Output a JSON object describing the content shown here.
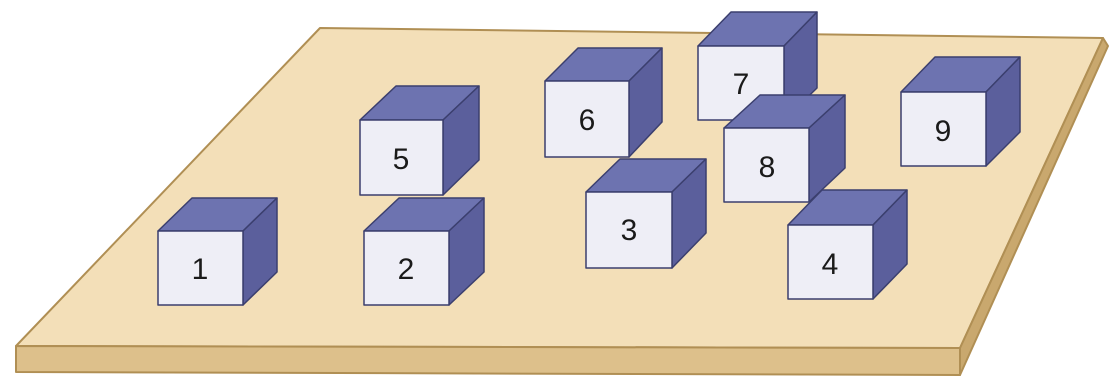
{
  "colors": {
    "board_top": "#f3dfb8",
    "board_front": "#ddc08b",
    "board_side": "#c9a86e",
    "board_edge": "#b08f54",
    "cube_front": "#eeeef6",
    "cube_top": "#6d73b0",
    "cube_side": "#5b5f9c",
    "cube_edge": "#3b3f6e"
  },
  "cubes": [
    {
      "id": "1",
      "label": "1"
    },
    {
      "id": "2",
      "label": "2"
    },
    {
      "id": "3",
      "label": "3"
    },
    {
      "id": "4",
      "label": "4"
    },
    {
      "id": "5",
      "label": "5"
    },
    {
      "id": "6",
      "label": "6"
    },
    {
      "id": "7",
      "label": "7"
    },
    {
      "id": "8",
      "label": "8"
    },
    {
      "id": "9",
      "label": "9"
    }
  ]
}
